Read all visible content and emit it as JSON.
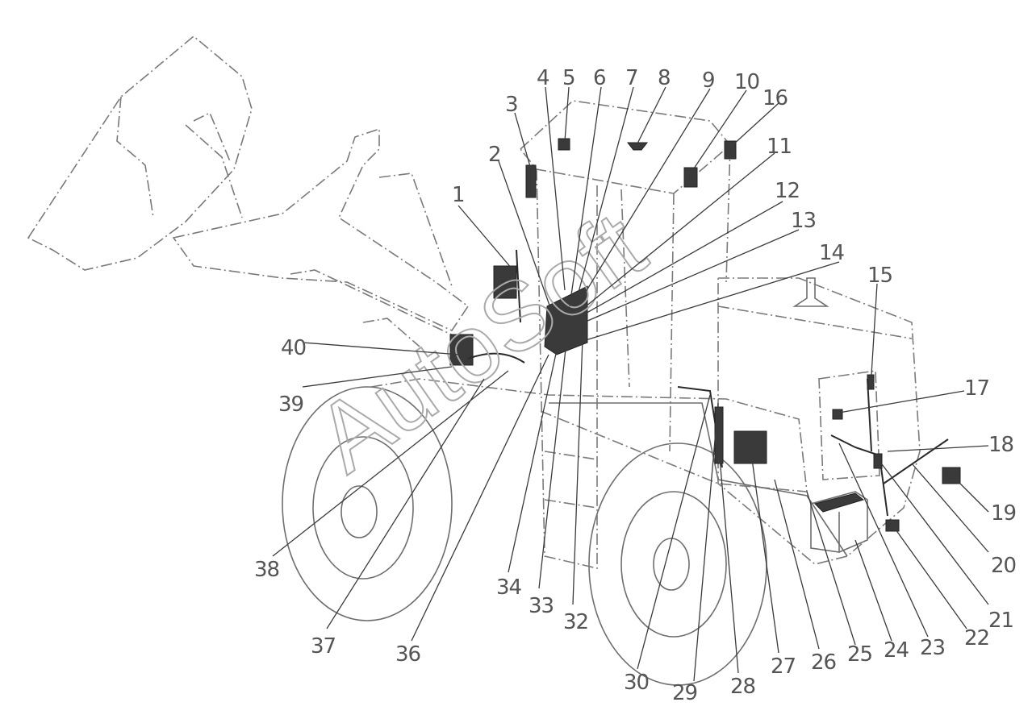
{
  "watermark": "AutoSoft",
  "callouts": [
    "1",
    "2",
    "3",
    "4",
    "5",
    "6",
    "7",
    "8",
    "9",
    "10",
    "11",
    "12",
    "13",
    "14",
    "15",
    "16",
    "17",
    "18",
    "19",
    "20",
    "21",
    "22",
    "23",
    "24",
    "25",
    "26",
    "27",
    "28",
    "29",
    "30",
    "32",
    "33",
    "34",
    "36",
    "37",
    "38",
    "39",
    "40"
  ]
}
